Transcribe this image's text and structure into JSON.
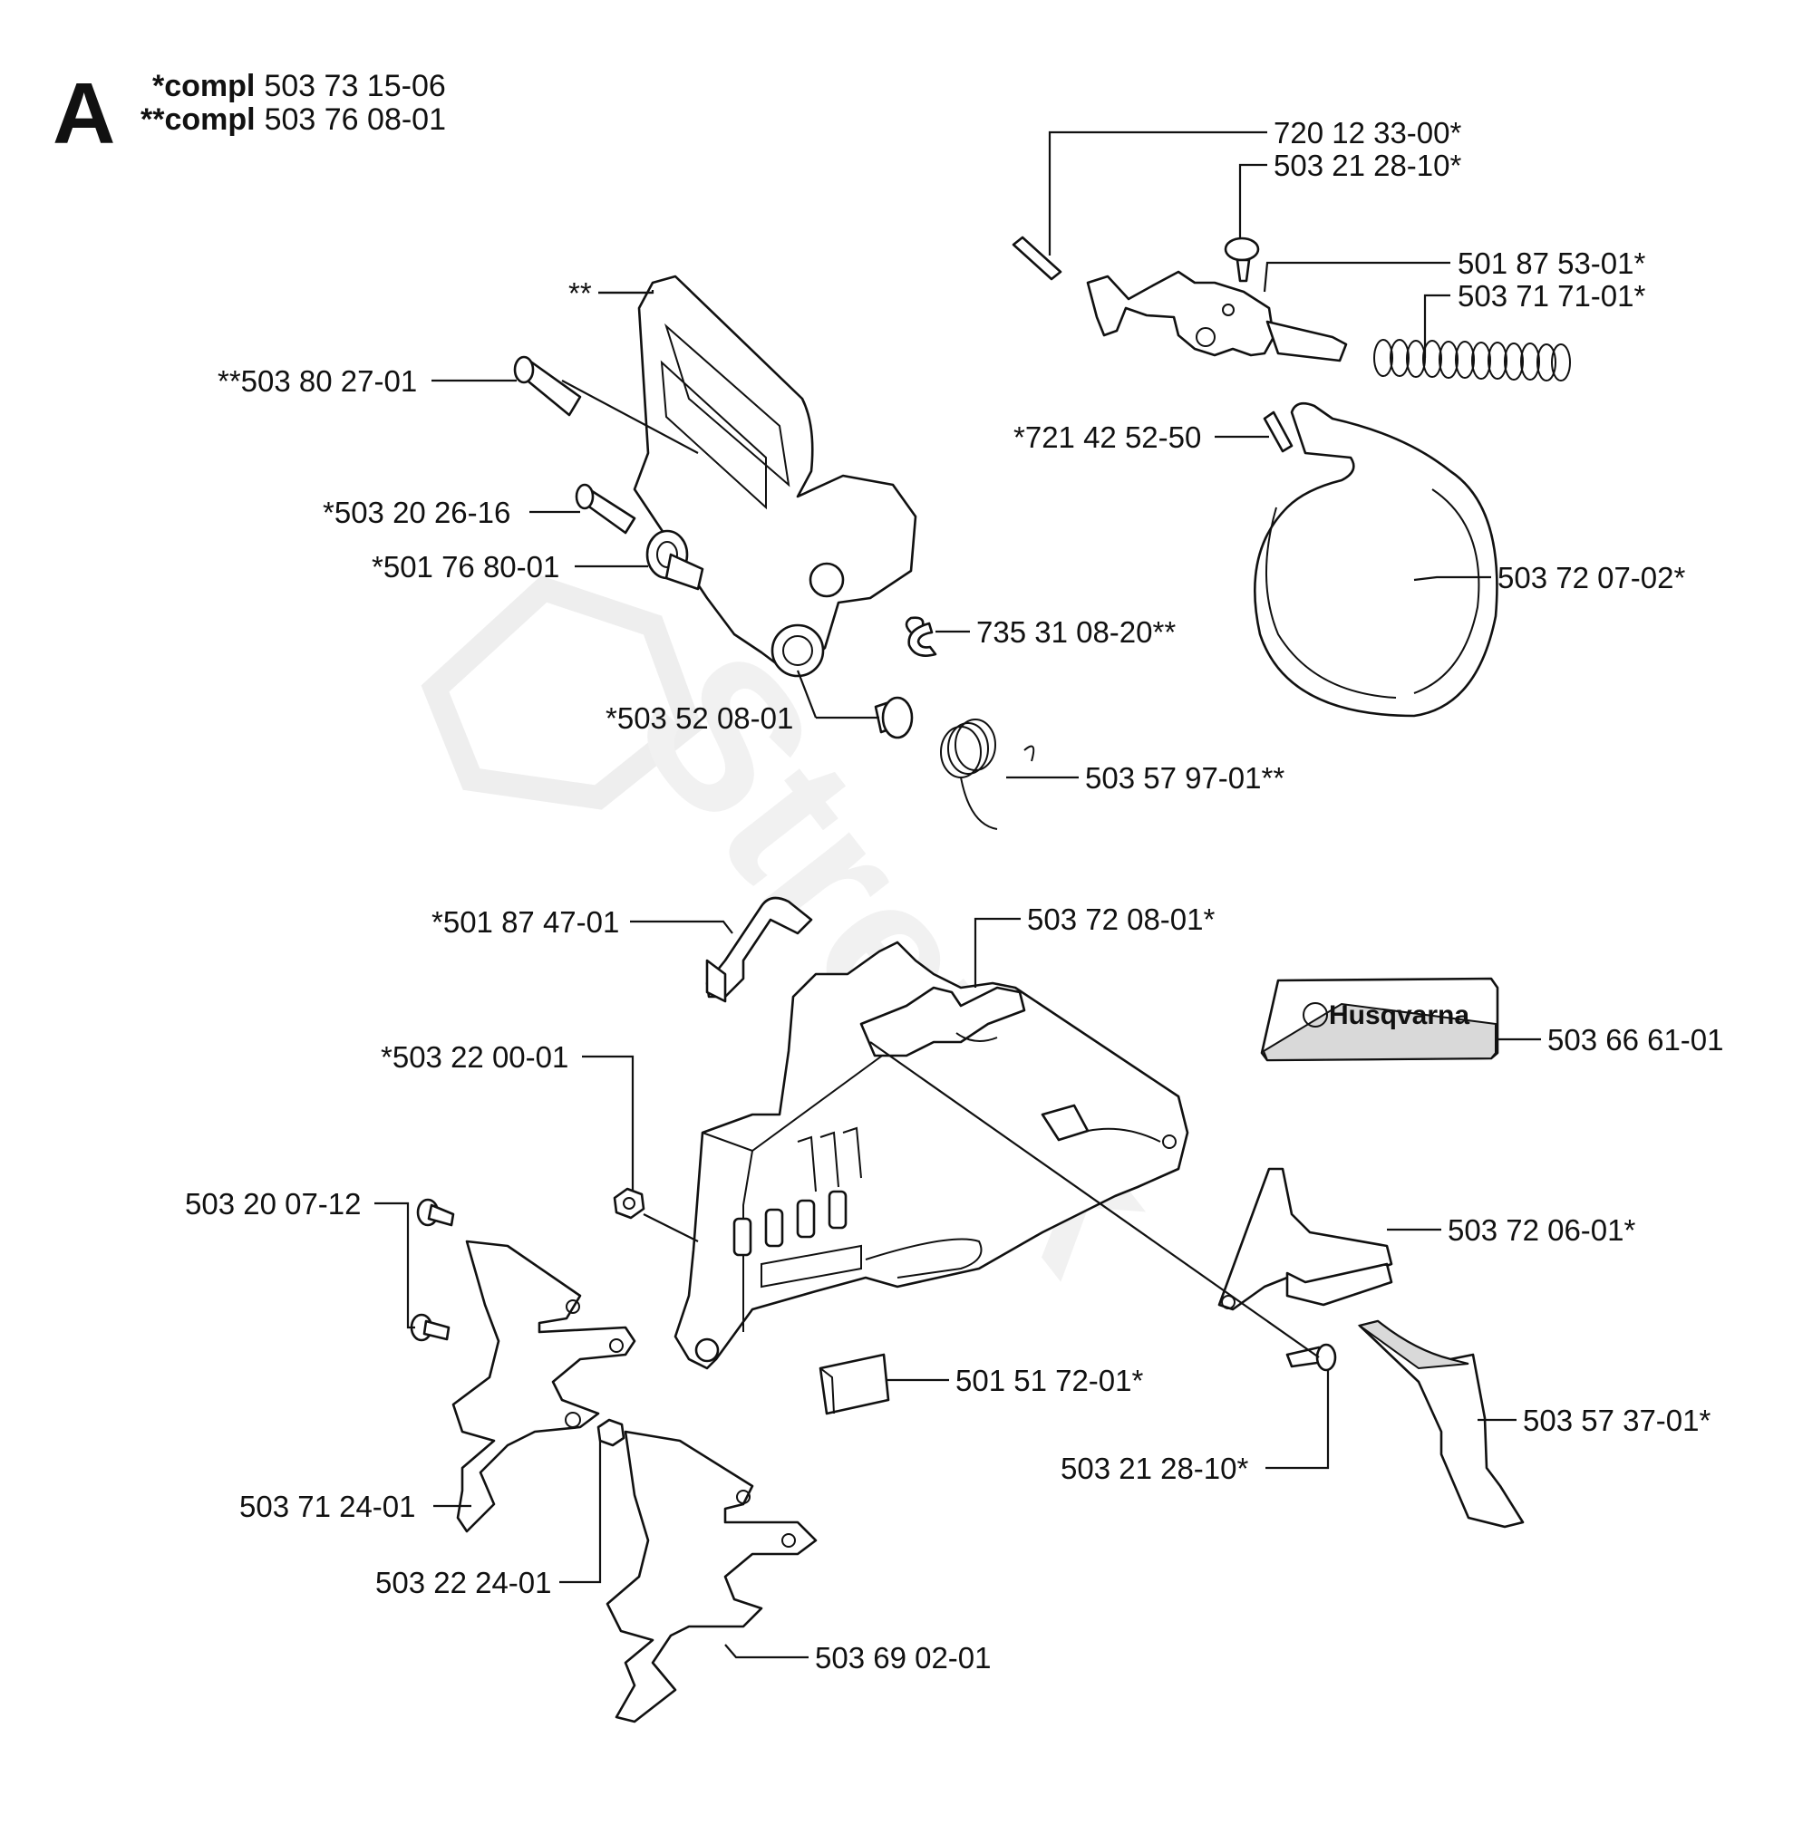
{
  "section": {
    "letter": "A",
    "compl_lines": [
      {
        "prefix": "*compl",
        "number": "503 73 15-06"
      },
      {
        "prefix": "**compl",
        "number": "503 76 08-01"
      }
    ]
  },
  "watermark": {
    "text": "Stretek"
  },
  "decal": {
    "brand": "Husqvarna"
  },
  "callouts": [
    {
      "id": "c01",
      "text": "720 12 33-00*"
    },
    {
      "id": "c02",
      "text": "503 21 28-10*"
    },
    {
      "id": "c03",
      "text": "501 87 53-01*"
    },
    {
      "id": "c04",
      "text": "503 71 71-01*"
    },
    {
      "id": "c05",
      "text": "**"
    },
    {
      "id": "c06",
      "text": "**503 80 27-01"
    },
    {
      "id": "c07",
      "text": "*721 42 52-50"
    },
    {
      "id": "c08",
      "text": "*503 20 26-16"
    },
    {
      "id": "c09",
      "text": "*501 76 80-01"
    },
    {
      "id": "c10",
      "text": "503 72 07-02*"
    },
    {
      "id": "c11",
      "text": "735 31 08-20**"
    },
    {
      "id": "c12",
      "text": "*503 52 08-01"
    },
    {
      "id": "c13",
      "text": "503 57 97-01**"
    },
    {
      "id": "c14",
      "text": "*501 87 47-01"
    },
    {
      "id": "c15",
      "text": "503 72 08-01*"
    },
    {
      "id": "c16",
      "text": "503 66 61-01"
    },
    {
      "id": "c17",
      "text": "*503 22 00-01"
    },
    {
      "id": "c18",
      "text": "503 20 07-12"
    },
    {
      "id": "c19",
      "text": "503 72 06-01*"
    },
    {
      "id": "c20",
      "text": "501 51 72-01*"
    },
    {
      "id": "c21",
      "text": "503 57 37-01*"
    },
    {
      "id": "c22",
      "text": "503 21 28-10*"
    },
    {
      "id": "c23",
      "text": "503 71 24-01"
    },
    {
      "id": "c24",
      "text": "503 22 24-01"
    },
    {
      "id": "c25",
      "text": "503 69 02-01"
    }
  ]
}
